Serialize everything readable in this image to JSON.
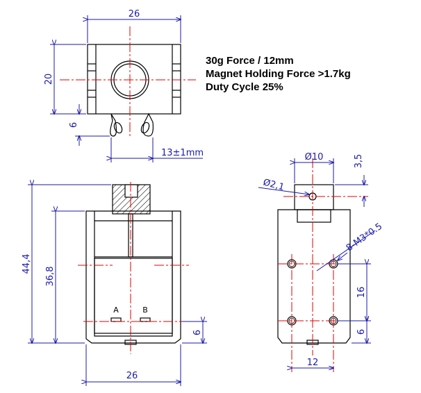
{
  "specs": {
    "line1": "30g Force / 12mm",
    "line2": "Magnet Holding Force >1.7kg",
    "line3": "Duty Cycle 25%"
  },
  "dimensions": {
    "top_width": "26",
    "top_height": "20",
    "tab_offset": "6",
    "tab_span": "13±1mm",
    "side_height_total": "44,4",
    "side_height_body": "36,8",
    "side_width": "26",
    "side_bottom": "6",
    "plunger_dia": "Ø10",
    "plunger_offset": "3,5",
    "hole_dia": "Ø2,1",
    "thread_spec": "8-M3*0.5",
    "hole_spacing_v": "16",
    "hole_bottom": "6",
    "hole_spacing_h": "12"
  },
  "terminals": {
    "a": "A",
    "b": "B"
  },
  "colors": {
    "outline": "#000000",
    "dimension": "#1a1aaa",
    "centerline": "#e00000",
    "hatch": "#000000"
  }
}
